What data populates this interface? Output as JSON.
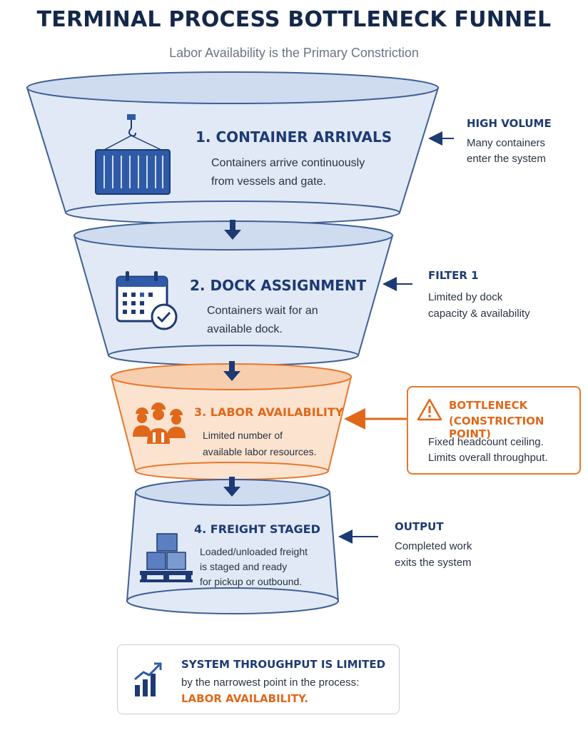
{
  "header": {
    "title": "TERMINAL PROCESS BOTTLENECK FUNNEL",
    "subtitle": "Labor Availability is the Primary Constriction"
  },
  "stages": [
    {
      "title": "1. CONTAINER ARRIVALS",
      "desc_line1": "Containers arrive continuously",
      "desc_line2": "from vessels and gate.",
      "icon": "shipping-container-crane-icon",
      "side_head": "HIGH VOLUME",
      "side_line1": "Many containers",
      "side_line2": "enter the system"
    },
    {
      "title": "2. DOCK ASSIGNMENT",
      "desc_line1": "Containers wait for an",
      "desc_line2": "available dock.",
      "icon": "calendar-check-icon",
      "side_head": "FILTER 1",
      "side_line1": "Limited by dock",
      "side_line2": "capacity & availability"
    },
    {
      "title": "3. LABOR AVAILABILITY",
      "desc_line1": "Limited number of",
      "desc_line2": "available labor resources.",
      "icon": "workers-group-icon",
      "side_head1": "BOTTLENECK",
      "side_head2": "(CONSTRICTION POINT)",
      "side_line1": "Fixed headcount ceiling.",
      "side_line2": "Limits overall throughput."
    },
    {
      "title": "4. FREIGHT STAGED",
      "desc_line1": "Loaded/unloaded freight",
      "desc_line2": "is staged and ready",
      "desc_line3": "for pickup or outbound.",
      "icon": "pallet-boxes-icon",
      "side_head": "OUTPUT",
      "side_line1": "Completed work",
      "side_line2": "exits the system"
    }
  ],
  "summary": {
    "line1": "SYSTEM THROUGHPUT IS LIMITED",
    "line2": "by the narrowest point in the process:",
    "line3": "LABOR AVAILABILITY.",
    "icon": "rising-bar-chart-icon"
  },
  "colors": {
    "navy": "#1d3a74",
    "stage_fill": "#dfe8f5",
    "stage_stroke": "#3f5f95",
    "bottleneck_orange": "#e8772e",
    "bottleneck_fill": "#fbe3cf"
  }
}
